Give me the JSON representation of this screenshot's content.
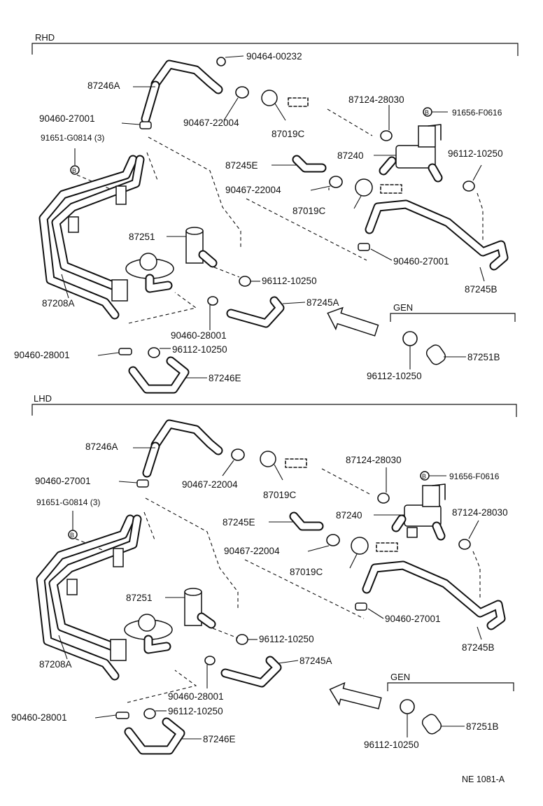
{
  "sections": {
    "rhd": "RHD",
    "lhd": "LHD",
    "gen_top": "GEN",
    "gen_bottom": "GEN"
  },
  "labels_top": {
    "p90464_00232": "90464-00232",
    "p87246A": "87246A",
    "p90460_27001_a": "90460-27001",
    "p90467_22004_a": "90467-22004",
    "p87019C_a": "87019C",
    "p91651_G0814": "91651-G0814 (3)",
    "p87124_28030": "87124-28030",
    "p91656_F0616": "91656-F0616",
    "p87240": "87240",
    "p96112_10250_a": "96112-10250",
    "p87245E": "87245E",
    "p90467_22004_b": "90467-22004",
    "p87019C_b": "87019C",
    "p87251": "87251",
    "p90460_27001_b": "90460-27001",
    "p96112_10250_b": "96112-10250",
    "p87245B": "87245B",
    "p87208A": "87208A",
    "p87245A": "87245A",
    "p90460_28001_a": "90460-28001",
    "p90460_28001_b": "90460-28001",
    "p96112_10250_c": "96112-10250",
    "p87246E": "87246E",
    "p87251B": "87251B",
    "p96112_10250_d": "96112-10250"
  },
  "labels_bottom": {
    "p87246A": "87246A",
    "p90460_27001_a": "90460-27001",
    "p90467_22004_a": "90467-22004",
    "p87019C_a": "87019C",
    "p91651_G0814": "91651-G0814 (3)",
    "p87124_28030_a": "87124-28030",
    "p91656_F0616": "91656-F0616",
    "p87240": "87240",
    "p87124_28030_b": "87124-28030",
    "p87245E": "87245E",
    "p90467_22004_b": "90467-22004",
    "p87019C_b": "87019C",
    "p87251": "87251",
    "p90460_27001_b": "90460-27001",
    "p96112_10250_a": "96112-10250",
    "p87245B": "87245B",
    "p87208A": "87208A",
    "p87245A": "87245A",
    "p90460_28001_a": "90460-28001",
    "p90460_28001_b": "90460-28001",
    "p96112_10250_b": "96112-10250",
    "p87246E": "87246E",
    "p87251B": "87251B",
    "p96112_10250_c": "96112-10250"
  },
  "bolt_marker": "B",
  "figure_code": "NE 1081-A"
}
